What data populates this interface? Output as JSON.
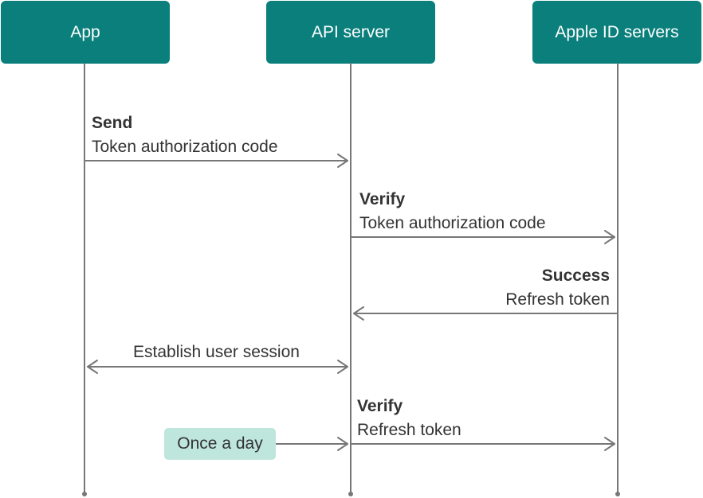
{
  "participants": [
    {
      "id": "app",
      "label": "App"
    },
    {
      "id": "api",
      "label": "API server"
    },
    {
      "id": "apple",
      "label": "Apple ID servers"
    }
  ],
  "messages": [
    {
      "title": "Send",
      "text": "Token authorization code",
      "from": "app",
      "to": "api",
      "bidirectional": false
    },
    {
      "title": "Verify",
      "text": "Token authorization code",
      "from": "api",
      "to": "apple",
      "bidirectional": false
    },
    {
      "title": "Success",
      "text": "Refresh token",
      "from": "apple",
      "to": "api",
      "bidirectional": false
    },
    {
      "title": "",
      "text": "Establish user session",
      "from": "app",
      "to": "api",
      "bidirectional": true
    },
    {
      "title": "Verify",
      "text": "Refresh token",
      "from": "api",
      "to": "apple",
      "bidirectional": false
    }
  ],
  "note": {
    "text": "Once a day"
  },
  "colors": {
    "participant_fill": "#0a7f7b",
    "participant_text": "#ffffff",
    "note_fill": "#bfe6dd",
    "line": "#777777",
    "text": "#333333"
  }
}
